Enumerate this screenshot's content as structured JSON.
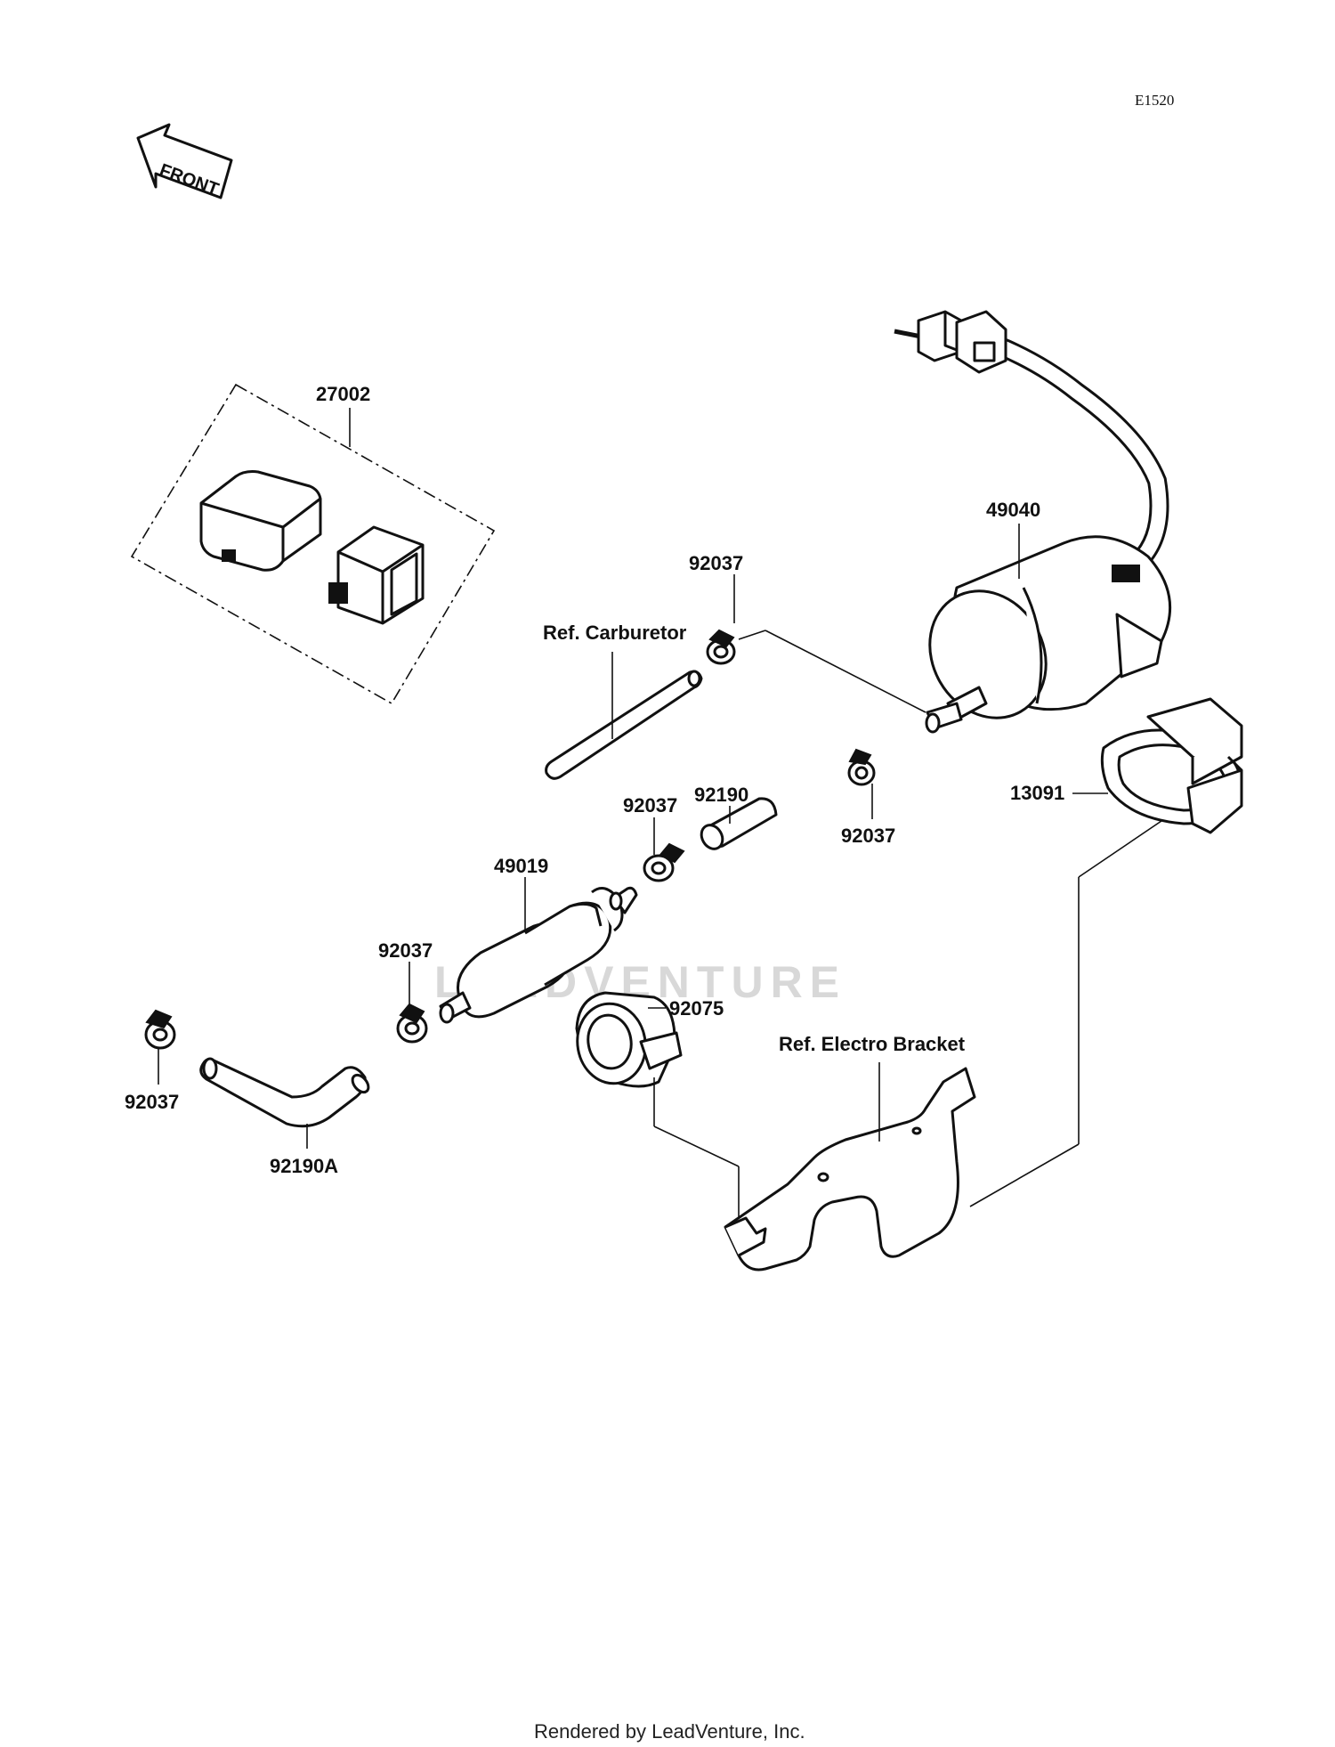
{
  "diagram_code": "E1520",
  "front_marker": "FRONT",
  "watermark": "LEADVENTURE",
  "footer": "Rendered by LeadVenture, Inc.",
  "labels": {
    "p27002": "27002",
    "p49040": "49040",
    "p92037_a": "92037",
    "ref_carburetor": "Ref. Carburetor",
    "p92037_b": "92037",
    "p92190": "92190",
    "p92037_c": "92037",
    "p13091": "13091",
    "p49019": "49019",
    "p92037_d": "92037",
    "p92075": "92075",
    "ref_electro_bracket": "Ref. Electro Bracket",
    "p92037_e": "92037",
    "p92190A": "92190A"
  }
}
